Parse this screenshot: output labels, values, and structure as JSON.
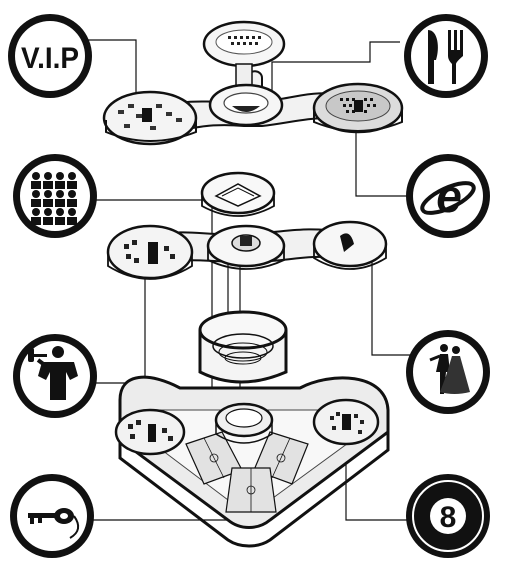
{
  "diagram": {
    "icons": {
      "vip": {
        "name": "vip-icon",
        "text": "V.I.P"
      },
      "restaurant": {
        "name": "fork-knife-icon"
      },
      "audience": {
        "name": "audience-seating-icon"
      },
      "internet": {
        "name": "internet-explorer-icon",
        "text": "e"
      },
      "fitness": {
        "name": "bodybuilder-fitness-icon"
      },
      "dance": {
        "name": "ballroom-dance-icon"
      },
      "keycard": {
        "name": "key-icon"
      },
      "billiards": {
        "name": "eight-ball-icon",
        "text": "8"
      }
    },
    "levels": [
      "top-floor",
      "middle-floor",
      "ground-floor"
    ],
    "colors": {
      "ink": "#111111",
      "paper": "#ffffff",
      "floor": "#e8e8e8",
      "court": "#dcdcdc"
    }
  }
}
